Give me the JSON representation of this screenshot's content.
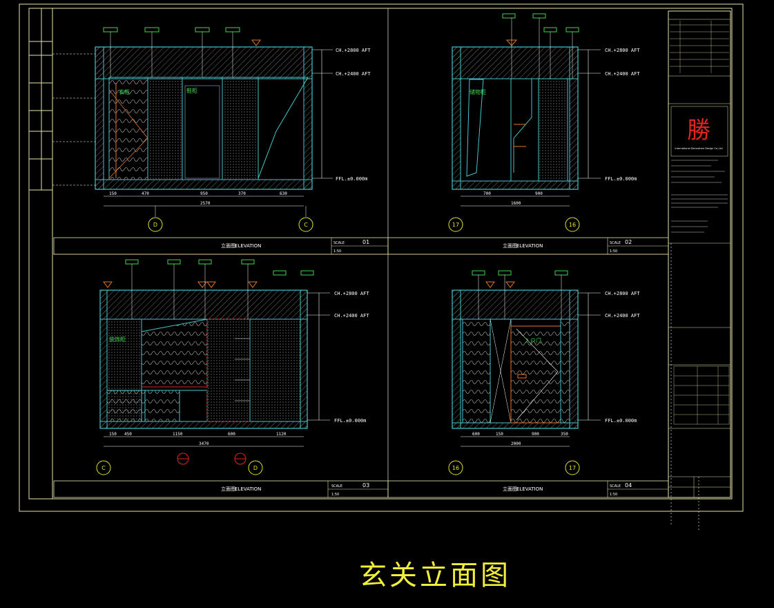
{
  "sheet_caption": "玄关立面图",
  "colors": {
    "frame": "#e8e6a8",
    "wall": "#43c6cc",
    "tag": "#3fd64a",
    "annot": "#ffffff",
    "grid": "#e6e52c",
    "accent": "#e0762a",
    "red": "#e0251f",
    "hatch": "#6f6f6f"
  },
  "elevations": [
    {
      "id": "e1",
      "title_cn": "立面图",
      "title_en": "ELEVATION",
      "scale_label": "SCALE",
      "scale_val": "1:50",
      "number": "01",
      "ch1": "CH.+2800 AFT",
      "ch2": "CH.+2400 AFT",
      "ffl": "FFL.±0.000m",
      "label_a": "衣柜",
      "label_b": "鞋柜",
      "grid_left": "D",
      "grid_right": "C",
      "dims": [
        "150",
        "470",
        "950",
        "370",
        "630"
      ],
      "dim_total": "2570"
    },
    {
      "id": "e2",
      "title_cn": "立面图",
      "title_en": "ELEVATION",
      "scale_label": "SCALE",
      "scale_val": "1:50",
      "number": "02",
      "ch1": "CH.+2800 AFT",
      "ch2": "CH.+2400 AFT",
      "ffl": "FFL.±0.000m",
      "label_a": "储物柜",
      "grid_left": "17",
      "grid_right": "16",
      "dims": [
        "700",
        "900"
      ],
      "dim_total": "1600"
    },
    {
      "id": "e3",
      "title_cn": "立面图",
      "title_en": "ELEVATION",
      "scale_label": "SCALE",
      "scale_val": "1:50",
      "number": "03",
      "ch1": "CH.+2800 AFT",
      "ch2": "CH.+2400 AFT",
      "ffl": "FFL.±0.000m",
      "label_a": "装饰柜",
      "grid_left": "C",
      "grid_right": "D",
      "dims": [
        "150",
        "450",
        "1150",
        "600",
        "1120"
      ],
      "dim_total": "3470"
    },
    {
      "id": "e4",
      "title_cn": "立面图",
      "title_en": "ELEVATION",
      "scale_label": "SCALE",
      "scale_val": "1:50",
      "number": "04",
      "ch1": "CH.+2800 AFT",
      "ch2": "CH.+2400 AFT",
      "ffl": "FFL.±0.000m",
      "label_a": "入户门",
      "grid_left": "16",
      "grid_right": "17",
      "dims": [
        "600",
        "150",
        "900",
        "350"
      ],
      "dim_total": "2000"
    }
  ],
  "title_block": {
    "logo_char": "勝",
    "company": "International Decoration Design Co.,Ltd"
  }
}
